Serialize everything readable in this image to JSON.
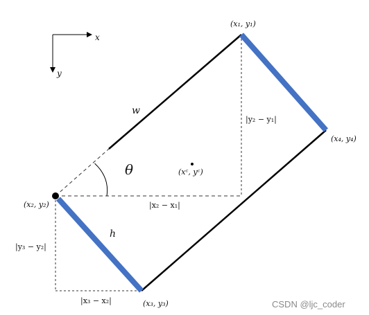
{
  "axes": {
    "x_label": "x",
    "y_label": "y"
  },
  "labels": {
    "p1": "(x₁, y₁)",
    "p2": "(x₂, y₂)",
    "p3": "(x₃, y₃)",
    "p4": "(x₄, y₄)",
    "center": "(xᶜ, yᶜ)",
    "w": "w",
    "h": "h",
    "theta": "θ",
    "dy21": "|y₂ − y₁|",
    "dx21": "|x₂ − x₁|",
    "dy32": "|y₃ − y₂|",
    "dx32": "|x₃ − x₂|"
  },
  "watermark": "CSDN @ljc_coder",
  "colors": {
    "edge_h": "#4472c4",
    "line": "#000000",
    "dashed": "#333333"
  }
}
